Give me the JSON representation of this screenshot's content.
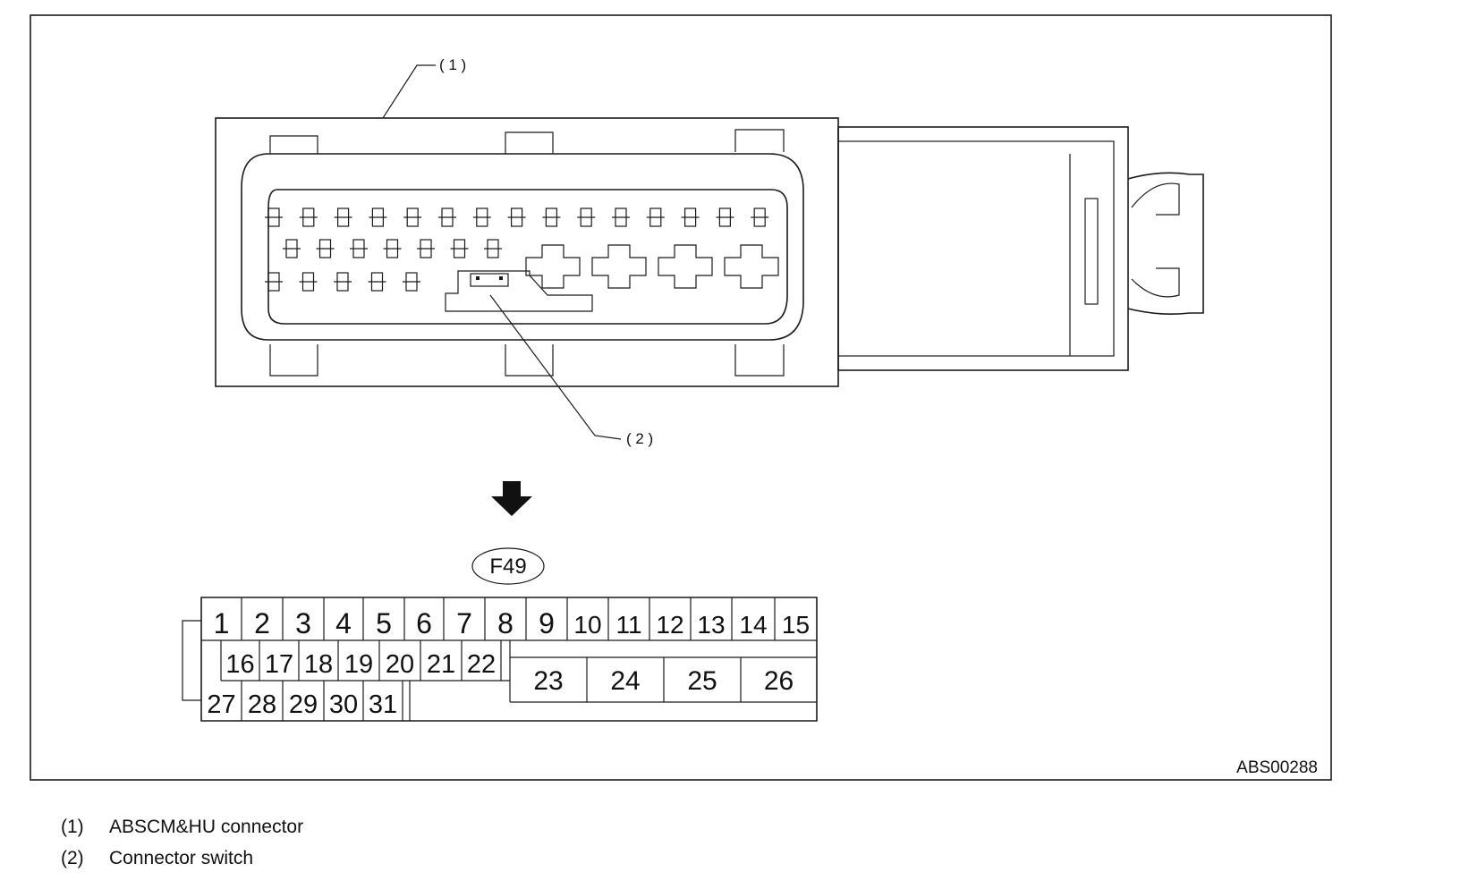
{
  "figure_id": "ABS00288",
  "callouts": {
    "c1": "( 1 )",
    "c2": "( 2 )"
  },
  "connector_code": "F49",
  "pin_rows": {
    "row1": [
      "1",
      "2",
      "3",
      "4",
      "5",
      "6",
      "7",
      "8",
      "9",
      "10",
      "11",
      "12",
      "13",
      "14",
      "15"
    ],
    "row2": [
      "16",
      "17",
      "18",
      "19",
      "20",
      "21",
      "22"
    ],
    "row3": [
      "27",
      "28",
      "29",
      "30",
      "31"
    ],
    "large": [
      "23",
      "24",
      "25",
      "26"
    ]
  },
  "legend": [
    {
      "num": "(1)",
      "text": "ABSCM&HU connector"
    },
    {
      "num": "(2)",
      "text": "Connector switch"
    }
  ]
}
